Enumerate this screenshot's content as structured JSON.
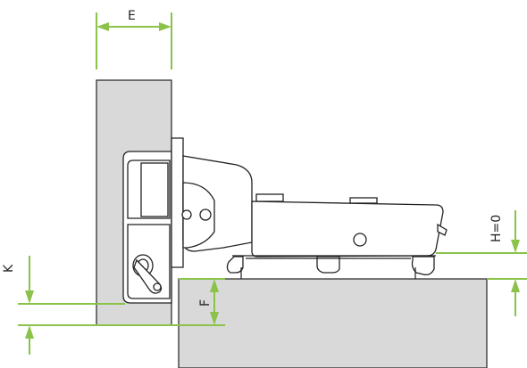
{
  "labels": {
    "E": "E",
    "K": "K",
    "F": "F",
    "H": "H=0"
  },
  "colors": {
    "dimension_line": "#8bc34a",
    "panel_fill": "#d9d9d9",
    "outline": "#222222"
  }
}
